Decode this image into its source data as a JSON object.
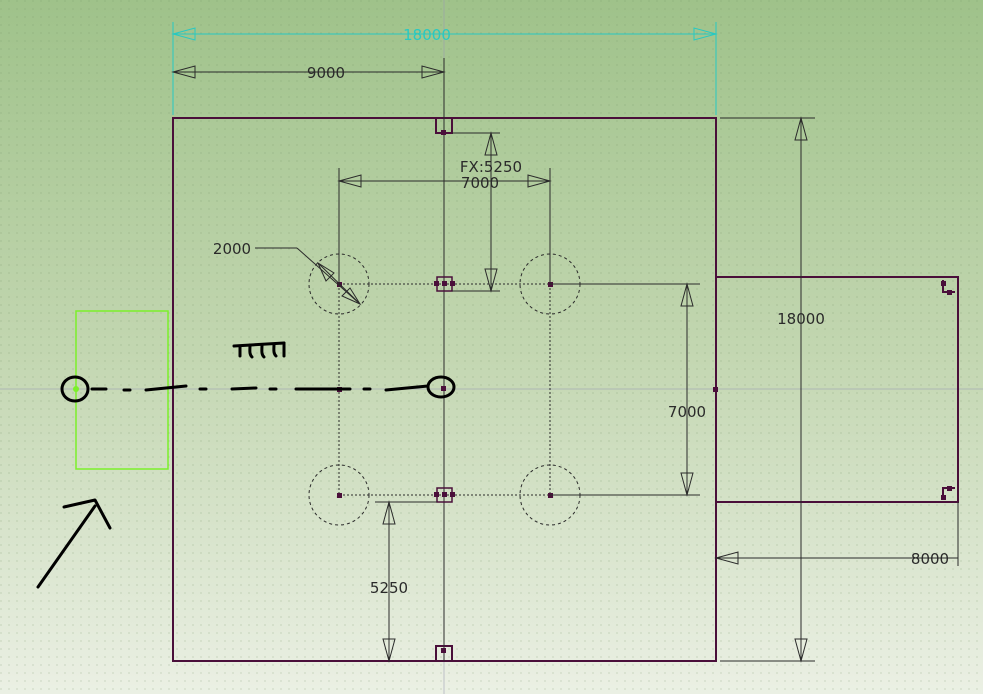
{
  "colors": {
    "outline": "#4a0f3a",
    "dimension": "#2a2a2a",
    "top_dimension": "#27c9c2",
    "selection_box": "#7cf02a",
    "handwriting": "#000000"
  },
  "dimensions": {
    "overall_width": "18000",
    "half_width": "9000",
    "fx_label": "FX:5250",
    "hole_spacing_x": "7000",
    "hole_diameter": "2000",
    "overall_height": "18000",
    "hole_spacing_y": "7000",
    "bottom_offset": "5250",
    "side_plate_width": "8000"
  }
}
